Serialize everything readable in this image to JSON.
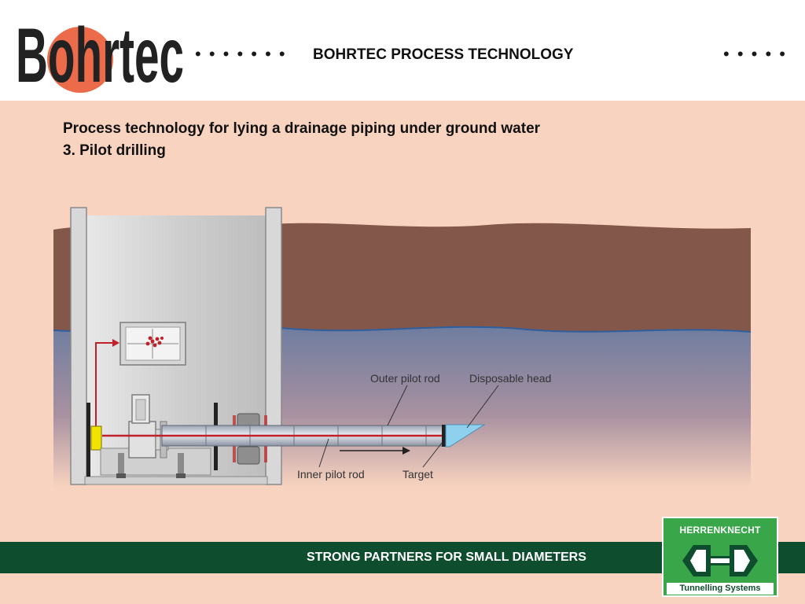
{
  "header": {
    "logo_text": "Bohrtec",
    "dots_left": "• • • • • • •",
    "title": "BOHRTEC PROCESS TECHNOLOGY",
    "dots_right": "• • • • •"
  },
  "content": {
    "title_line1": "Process technology for lying a drainage piping under ground water",
    "title_line2": "3. Pilot drilling"
  },
  "diagram": {
    "labels": {
      "outer_pilot_rod": "Outer pilot rod",
      "disposable_head": "Disposable head",
      "inner_pilot_rod": "Inner pilot rod",
      "target": "Target"
    },
    "colors": {
      "soil": "#83574a",
      "water_top": "#6f7da0",
      "water_line": "#2f5f9e",
      "laser": "#c0202a",
      "accent_yellow": "#f2e200"
    }
  },
  "footer": {
    "slogan": "STRONG PARTNERS FOR SMALL DIAMETERS",
    "partner_name": "HERRENKNECHT",
    "partner_sub": "Tunnelling Systems"
  }
}
